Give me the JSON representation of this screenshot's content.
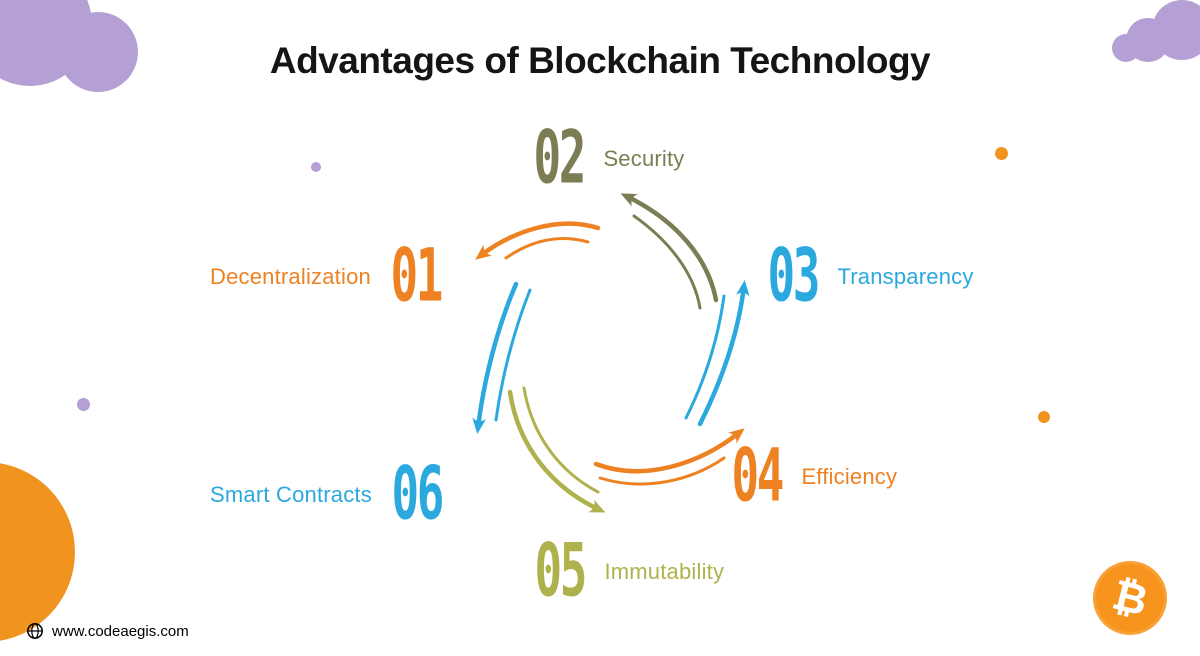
{
  "title": "Advantages of Blockchain Technology",
  "items": [
    {
      "num": "01",
      "label": "Decentralization",
      "color": "#EE8222"
    },
    {
      "num": "02",
      "label": "Security",
      "color": "#7C7D54"
    },
    {
      "num": "03",
      "label": "Transparency",
      "color": "#2BA9DF"
    },
    {
      "num": "04",
      "label": "Efficiency",
      "color": "#EE8222"
    },
    {
      "num": "05",
      "label": "Immutability",
      "color": "#AFB24C"
    },
    {
      "num": "06",
      "label": "Smart Contracts",
      "color": "#2BA9DF"
    }
  ],
  "cycle_order": [
    "01",
    "06",
    "05",
    "04",
    "03",
    "02"
  ],
  "footer": {
    "website": "www.codeaegis.com"
  },
  "coin": {
    "symbol": "₿",
    "color": "#F7941D"
  },
  "decor_colors": {
    "purple": "#B4A0D4",
    "orange": "#F0941F"
  }
}
